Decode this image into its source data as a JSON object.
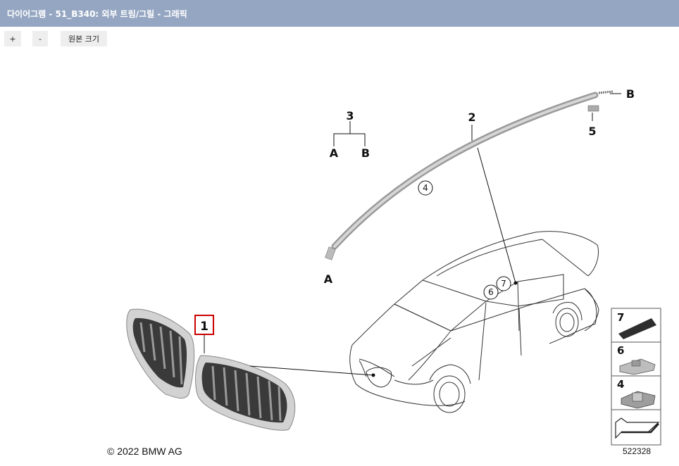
{
  "window": {
    "title": "다이어그램 - 51_B340: 외부 트림/그릴 - 그래픽"
  },
  "toolbar": {
    "zoom_in": "+",
    "zoom_out": "-",
    "original_size": "원본 크기"
  },
  "diagram": {
    "parts": [
      {
        "number": "1",
        "highlighted": true
      },
      {
        "number": "2"
      },
      {
        "number": "3"
      },
      {
        "number": "4"
      },
      {
        "number": "5"
      },
      {
        "number": "6"
      },
      {
        "number": "7"
      }
    ],
    "letters": {
      "a": "A",
      "b": "B"
    },
    "legend": [
      "7",
      "6",
      "4"
    ],
    "copyright": "© 2022 BMW AG",
    "image_number": "522328",
    "highlight_color": "#cc0000"
  }
}
